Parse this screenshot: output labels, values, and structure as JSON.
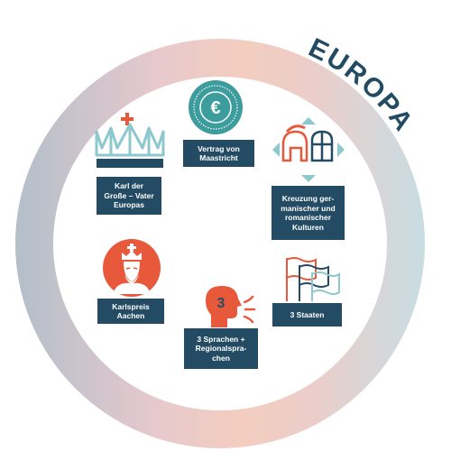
{
  "title": "EUROPA",
  "items": [
    {
      "label": "Vertrag von\nMaastricht",
      "icon": "euro-coin-icon"
    },
    {
      "label": "Karl der\nGroße – Vater\nEuropas",
      "icon": "crown-icon"
    },
    {
      "label": "Kreuzung ger-\nmanischer und\nromanischer\nKulturen",
      "icon": "helmets-icon"
    },
    {
      "label": "Karlspreis\nAachen",
      "icon": "charlemagne-portrait-icon"
    },
    {
      "label": "3 Staaten",
      "icon": "flags-icon"
    },
    {
      "label": "3 Sprachen +\nRegionalspra-\nchen",
      "icon": "speaking-head-icon",
      "number": "3"
    }
  ],
  "colors": {
    "navy": "#234b63",
    "teal": "#3d9c9c",
    "coral": "#e8593c"
  }
}
